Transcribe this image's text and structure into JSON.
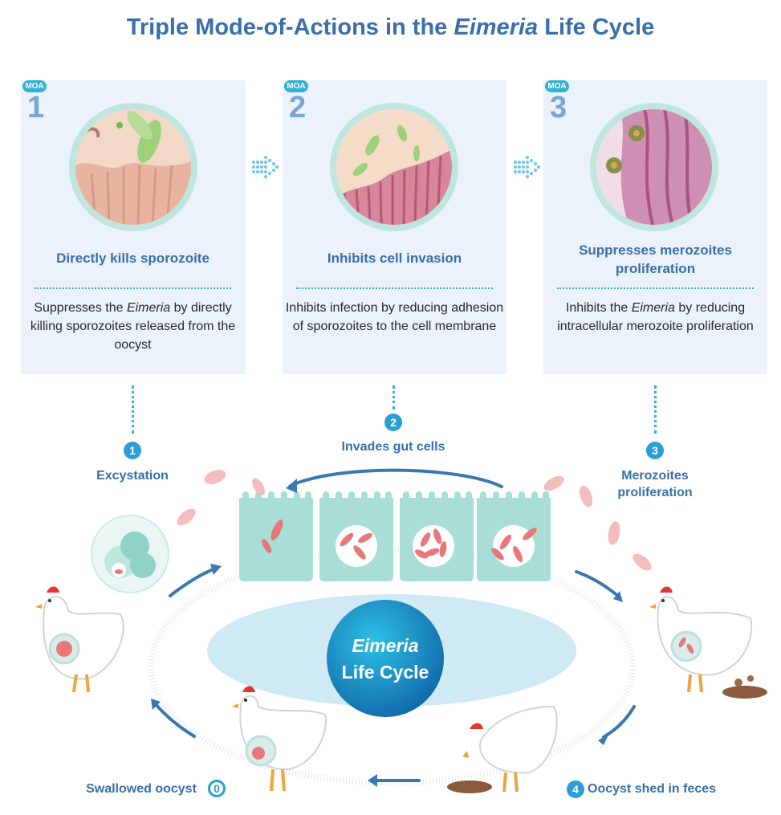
{
  "title": {
    "prefix": "Triple Mode-of-Actions in the ",
    "italic": "Eimeria",
    "suffix": " Life Cycle"
  },
  "cards": [
    {
      "badge": "MOA",
      "number": "1",
      "heading": "Directly kills sporozoite",
      "body_1": "Suppresses the ",
      "body_italic": "Eimeria",
      "body_2": " by directly killing sporozoites released from the oocyst"
    },
    {
      "badge": "MOA",
      "number": "2",
      "heading": "Inhibits cell invasion",
      "body": "Inhibits infection by reducing adhesion of sporozoites to the cell membrane"
    },
    {
      "badge": "MOA",
      "number": "3",
      "heading": "Suppresses merozoites proliferation",
      "body_1": "Inhibits the ",
      "body_italic": "Eimeria",
      "body_2": " by reducing intracellular merozoite proliferation"
    }
  ],
  "cycle": {
    "center_italic": "Eimeria",
    "center_text": "Life Cycle",
    "steps": [
      {
        "num": "0",
        "label": "Swallowed oocyst"
      },
      {
        "num": "1",
        "label": "Excystation"
      },
      {
        "num": "2",
        "label": "Invades gut cells"
      },
      {
        "num": "3",
        "label": "Merozoites proliferation"
      },
      {
        "num": "4",
        "label": "Oocyst shed in feces"
      }
    ]
  },
  "colors": {
    "title": "#3a6fa9",
    "card_bg": "#ebf2fb",
    "accent": "#2fb2d3",
    "arrow": "#3a78b0",
    "parasite": "#e8777a",
    "gut_cell": "#9fd9cf"
  }
}
